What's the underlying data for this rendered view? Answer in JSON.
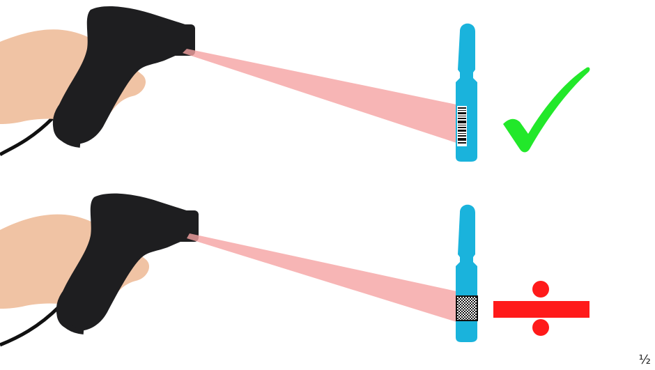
{
  "colors": {
    "ampoule": "#1ab3dc",
    "beam": "#f5a3a3",
    "check": "#22e82a",
    "divide": "#ff1a1a",
    "scanner": "#1e1e20",
    "hand": "#f0c3a4"
  },
  "rows": [
    {
      "code_type": "linear-barcode",
      "result_icon": "checkmark-icon"
    },
    {
      "code_type": "2d-datamatrix",
      "result_icon": "divide-icon"
    }
  ],
  "corner_label": "½"
}
